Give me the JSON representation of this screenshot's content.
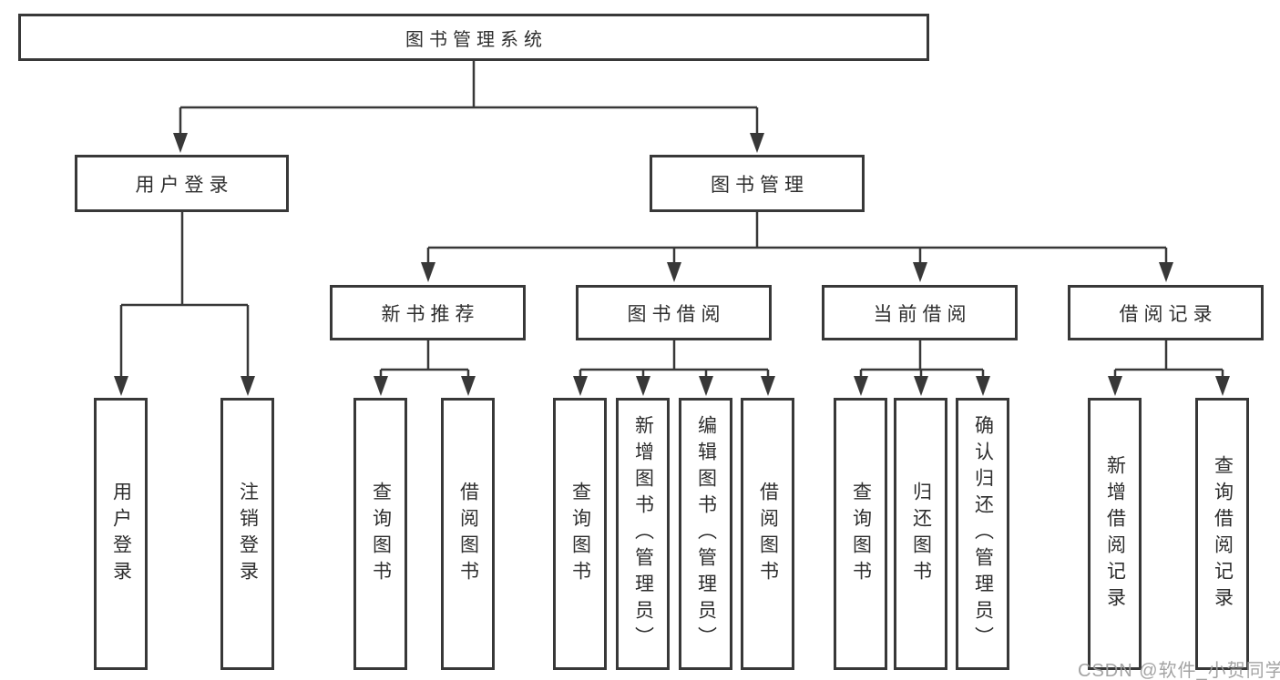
{
  "tree": {
    "root": "图书管理系统",
    "branches": [
      {
        "label": "用户登录",
        "children": [
          "用户登录",
          "注销登录"
        ]
      },
      {
        "label": "图书管理",
        "groups": [
          {
            "label": "新书推荐",
            "children": [
              "查询图书",
              "借阅图书"
            ]
          },
          {
            "label": "图书借阅",
            "children": [
              "查询图书",
              "新增图书（管理员）",
              "编辑图书（管理员）",
              "借阅图书"
            ]
          },
          {
            "label": "当前借阅",
            "children": [
              "查询图书",
              "归还图书",
              "确认归还（管理员）"
            ]
          },
          {
            "label": "借阅记录",
            "children": [
              "新增借阅记录",
              "查询借阅记录"
            ]
          }
        ]
      }
    ]
  },
  "watermark": {
    "text": "CSDN @软件_小贺同学"
  },
  "colors": {
    "line": "#383838",
    "text": "#2e2e2e",
    "node_bg": "#ffffff",
    "watermark": "#9c9c9c"
  }
}
